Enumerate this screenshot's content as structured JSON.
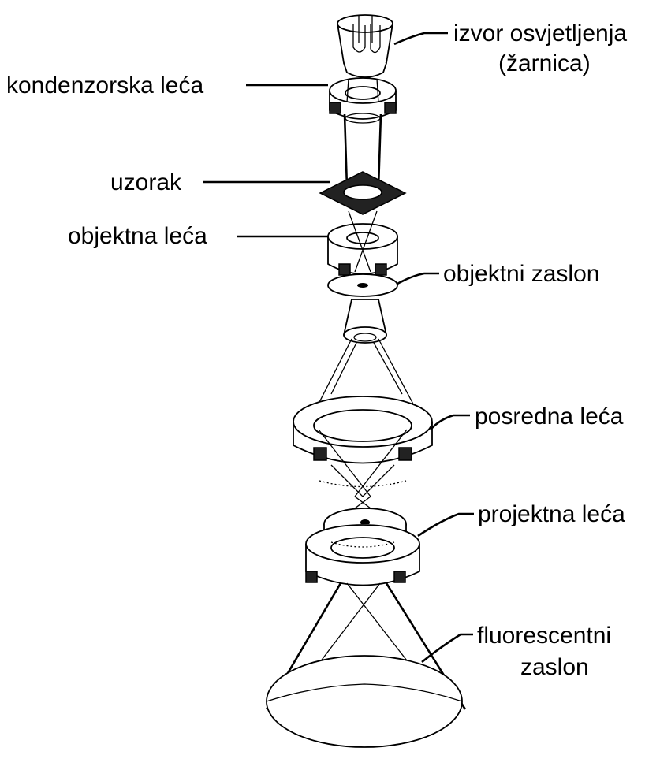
{
  "labels": {
    "source_line1": "izvor osvjetljenja",
    "source_line2": "(žarnica)",
    "condenser": "kondenzorska leća",
    "specimen": "uzorak",
    "objective_lens": "objektna leća",
    "objective_aperture": "objektni zaslon",
    "intermediate_lens": "posredna leća",
    "projector_lens": "projektna leća",
    "screen_line1": "fluorescentni",
    "screen_line2": "zaslon"
  }
}
